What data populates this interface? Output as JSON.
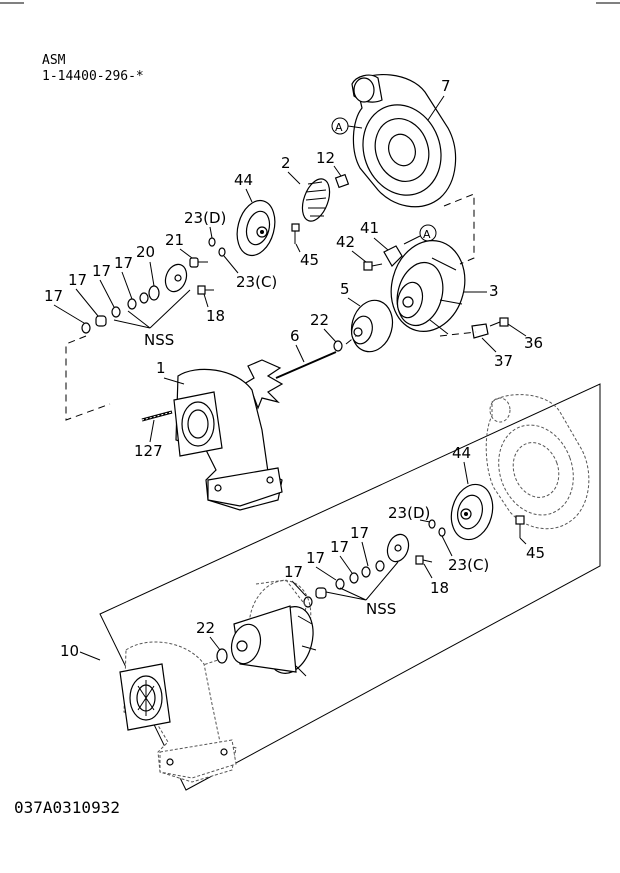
{
  "header": {
    "asm_label": "ASM",
    "asm_number": "1-14400-296-*"
  },
  "footer": {
    "drawing_code": "037A0310932"
  },
  "callouts": {
    "circle_a": "A",
    "n1": "1",
    "n2": "2",
    "n3": "3",
    "n5": "5",
    "n6": "6",
    "n7": "7",
    "n10": "10",
    "n12": "12",
    "n17": "17",
    "n18": "18",
    "n20": "20",
    "n21": "21",
    "n22": "22",
    "n23c": "23(C)",
    "n23d": "23(D)",
    "n36": "36",
    "n37": "37",
    "n41": "41",
    "n42": "42",
    "n44": "44",
    "n45": "45",
    "n127": "127",
    "nss": "NSS"
  }
}
